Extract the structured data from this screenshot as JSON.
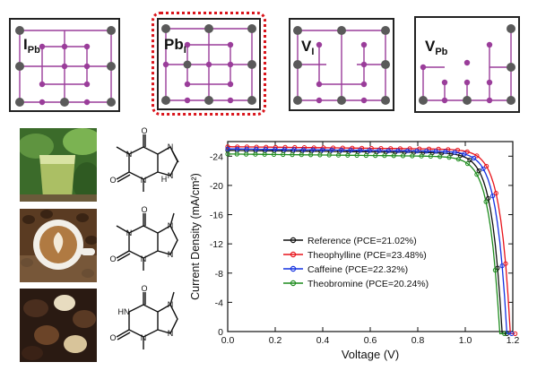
{
  "panels": [
    {
      "id": "ipb",
      "main": "I",
      "sub": "Pb"
    },
    {
      "id": "pbi",
      "main": "Pb",
      "sub": "I"
    },
    {
      "id": "vi",
      "main": "V",
      "sub": "I"
    },
    {
      "id": "vpb",
      "main": "V",
      "sub": "Pb"
    }
  ],
  "colors": {
    "lead_atom": "#5a5a5a",
    "iodine_atom": "#9a3d9a",
    "highlight_frame": "#d9141b"
  },
  "photos": [
    "green-tea-photo",
    "coffee-photo",
    "chocolate-photo"
  ],
  "molecules": [
    "theophylline-structure",
    "caffeine-structure",
    "theobromine-structure"
  ],
  "chart_data": {
    "type": "line",
    "xlabel": "Voltage (V)",
    "ylabel": "Current Density (mA/cm²)",
    "xlim": [
      0.0,
      1.2
    ],
    "ylim": [
      0,
      -26
    ],
    "x_ticks": [
      "0.0",
      "0.2",
      "0.4",
      "0.6",
      "0.8",
      "1.0",
      "1.2"
    ],
    "y_ticks": [
      "0",
      "-4",
      "-8",
      "-12",
      "-16",
      "-20",
      "-24"
    ],
    "legend_position": "center",
    "series": [
      {
        "name": "Reference (PCE=21.02%)",
        "color": "#111111",
        "jsc": -24.8,
        "voc": 1.155,
        "vm": 0.955
      },
      {
        "name": "Theophylline (PCE=23.48%)",
        "color": "#e8141b",
        "jsc": -25.3,
        "voc": 1.19,
        "vm": 1.02
      },
      {
        "name": "Caffeine (PCE=22.32%)",
        "color": "#1432e0",
        "jsc": -25.0,
        "voc": 1.175,
        "vm": 0.99
      },
      {
        "name": "Theobromine (PCE=20.24%)",
        "color": "#1e8c1e",
        "jsc": -24.3,
        "voc": 1.145,
        "vm": 0.94
      }
    ]
  }
}
